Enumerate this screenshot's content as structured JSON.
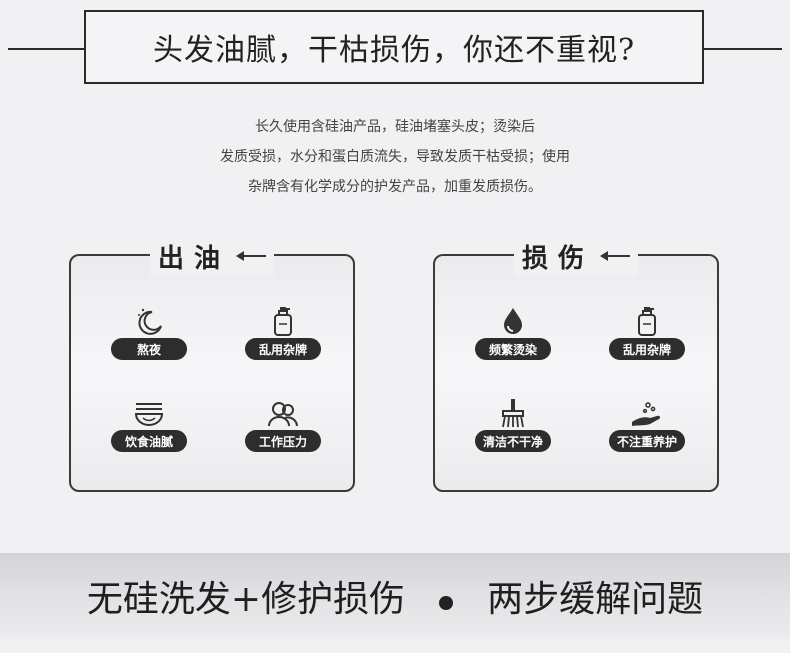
{
  "header": {
    "title": "头发油腻，干枯损伤，你还不重视?"
  },
  "description": {
    "lines": [
      "长久使用含硅油产品，硅油堵塞头皮；烫染后",
      "发质受损，水分和蛋白质流失，导致发质干枯受损；使用",
      "杂牌含有化学成分的护发产品，加重发质损伤。"
    ]
  },
  "panels": [
    {
      "title": "出油",
      "items": [
        {
          "label": "熬夜",
          "icon": "moon-icon"
        },
        {
          "label": "乱用杂牌",
          "icon": "bottle-icon"
        },
        {
          "label": "饮食油腻",
          "icon": "bowl-icon"
        },
        {
          "label": "工作压力",
          "icon": "people-icon"
        }
      ]
    },
    {
      "title": "损伤",
      "items": [
        {
          "label": "频繁烫染",
          "icon": "drop-icon"
        },
        {
          "label": "乱用杂牌",
          "icon": "bottle-icon"
        },
        {
          "label": "清洁不干净",
          "icon": "brush-icon"
        },
        {
          "label": "不注重养护",
          "icon": "hand-icon"
        }
      ]
    }
  ],
  "footer": {
    "left": "无硅洗发+修护损伤",
    "right": "两步缓解问题"
  },
  "colors": {
    "dark": "#2d2d2d",
    "background": "#f1f1f3",
    "line": "#2a2a2a"
  }
}
